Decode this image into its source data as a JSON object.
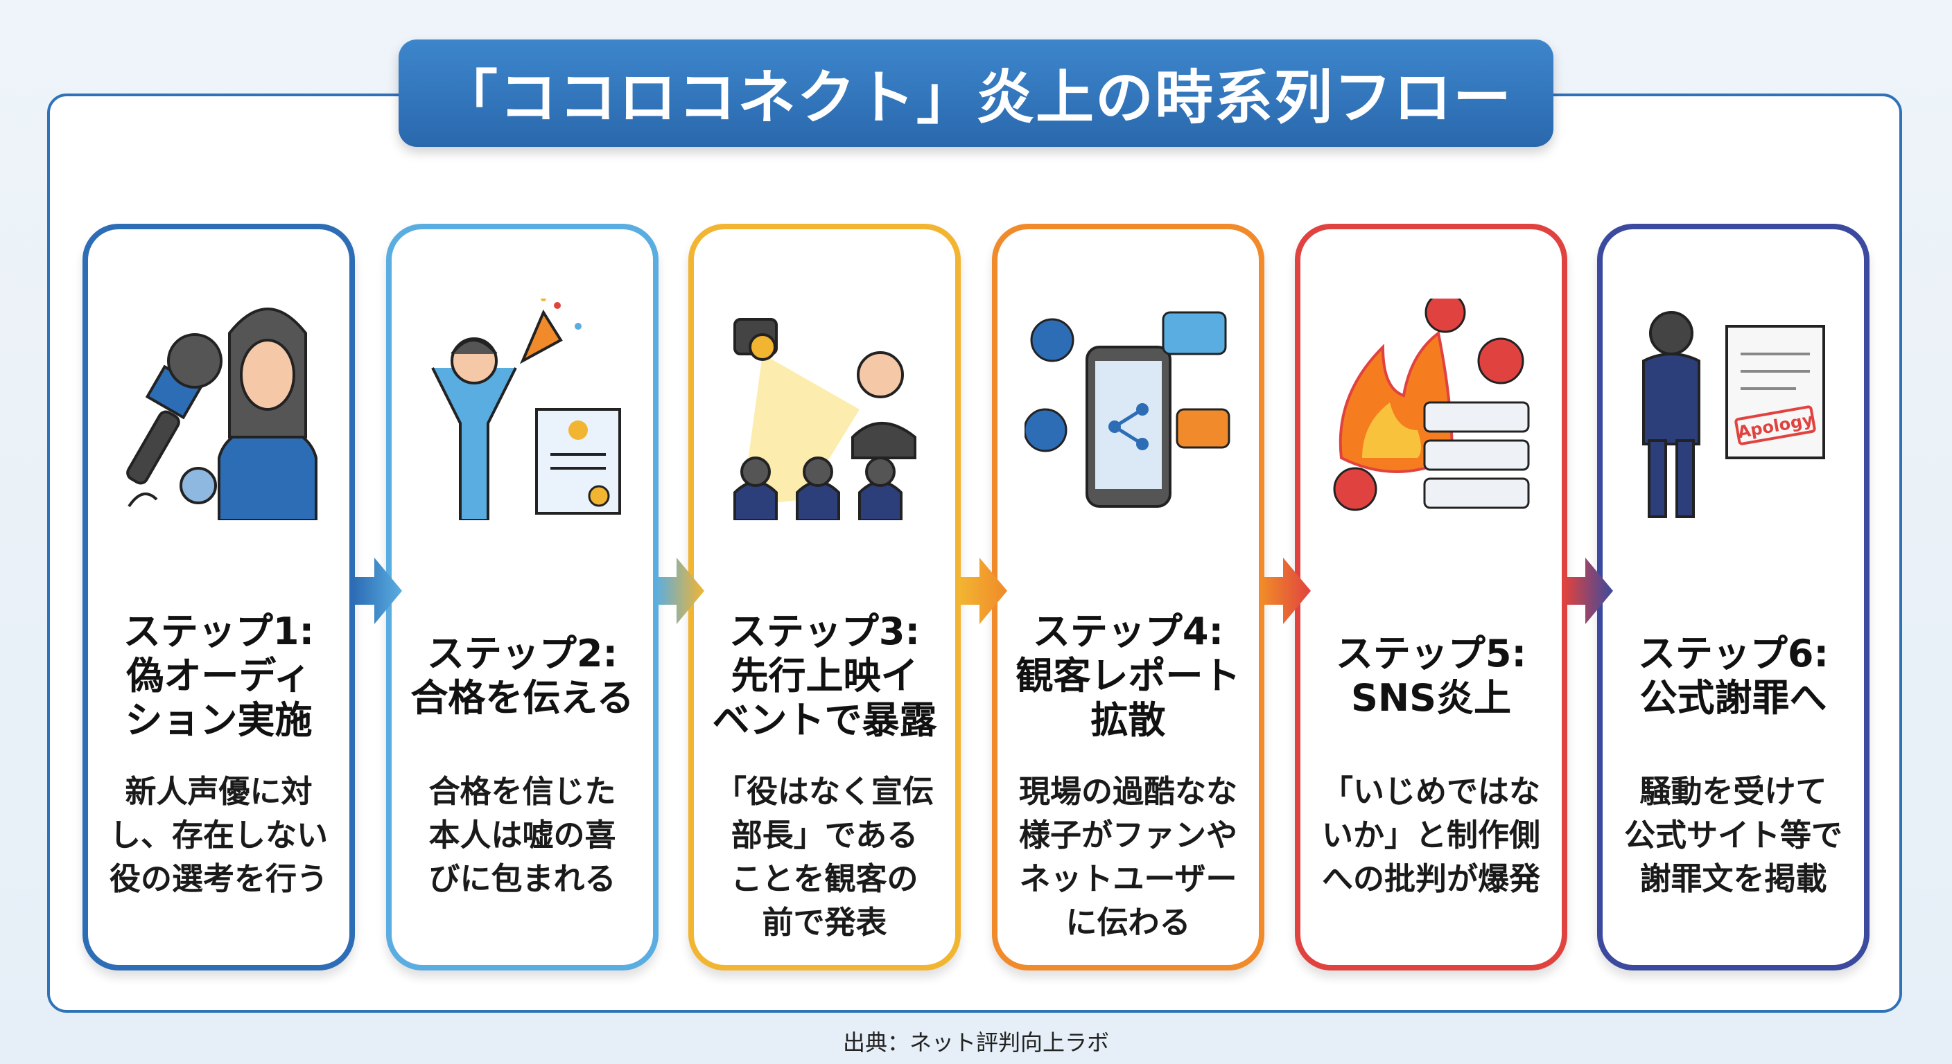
{
  "title": "「ココロコネクト」炎上の時系列フロー",
  "steps": [
    {
      "title": "ステップ1:\n偽オーディ\nション実施",
      "desc": "新人声優に対\nし、存在しない\n役の選考を行う",
      "color": "#2d6db5",
      "icon": "microphone-interview-icon"
    },
    {
      "title": "ステップ2:\n合格を伝える",
      "desc": "合格を信じた\n本人は嘘の喜\nびに包まれる",
      "color": "#5aade0",
      "icon": "celebration-certificate-icon"
    },
    {
      "title": "ステップ3:\n先行上映イ\nベントで暴露",
      "desc": "「役はなく宣伝\n部長」である\nことを観客の\n前で発表",
      "color": "#f2b531",
      "icon": "spotlight-stage-icon"
    },
    {
      "title": "ステップ4:\n観客レポート\n拡散",
      "desc": "現場の過酷なな\n様子がファンや\nネットユーザー\nに伝わる",
      "color": "#f08a2a",
      "icon": "smartphone-share-icon"
    },
    {
      "title": "ステップ5:\nSNS炎上",
      "desc": "「いじめではな\nいか」と制作側\nへの批判が爆発",
      "color": "#e0433f",
      "icon": "fire-angry-icon"
    },
    {
      "title": "ステップ6:\n公式謝罪へ",
      "desc": "騒動を受けて\n公式サイト等で\n謝罪文を掲載",
      "color": "#3b4a9e",
      "icon": "bowing-apology-icon"
    }
  ],
  "apology_label": "Apology",
  "footer": "出典：ネット評判向上ラボ"
}
